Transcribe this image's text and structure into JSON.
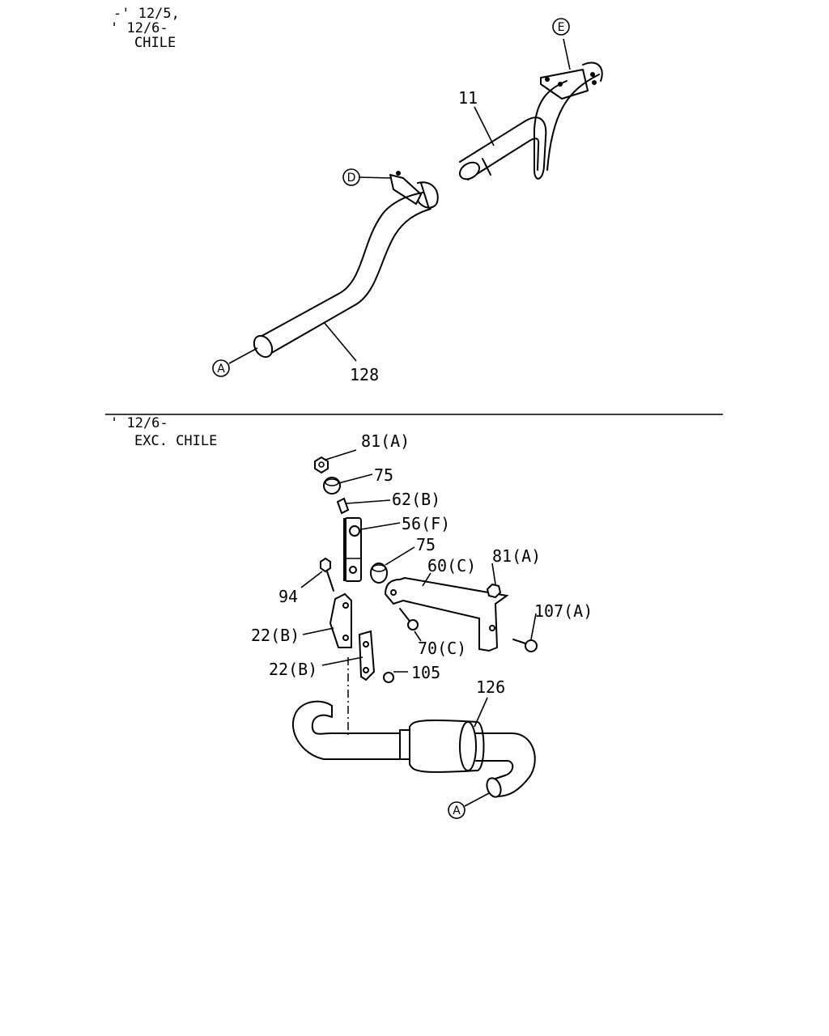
{
  "top_section": {
    "note_lines": [
      "-' 12/5,",
      "' 12/6-",
      "CHILE"
    ],
    "labels": {
      "part_11": "11",
      "part_128": "128",
      "ref_a": "A",
      "ref_d": "D",
      "ref_e": "E"
    }
  },
  "bottom_section": {
    "note_lines": [
      "' 12/6-",
      "EXC. CHILE"
    ],
    "labels": {
      "part_81a_top": "81(A)",
      "part_75_top": "75",
      "part_62b": "62(B)",
      "part_56f": "56(F)",
      "part_75_mid": "75",
      "part_60c": "60(C)",
      "part_81a_right": "81(A)",
      "part_94": "94",
      "part_107a": "107(A)",
      "part_22b_upper": "22(B)",
      "part_70c": "70(C)",
      "part_22b_lower": "22(B)",
      "part_105": "105",
      "part_126": "126",
      "ref_a": "A"
    }
  }
}
